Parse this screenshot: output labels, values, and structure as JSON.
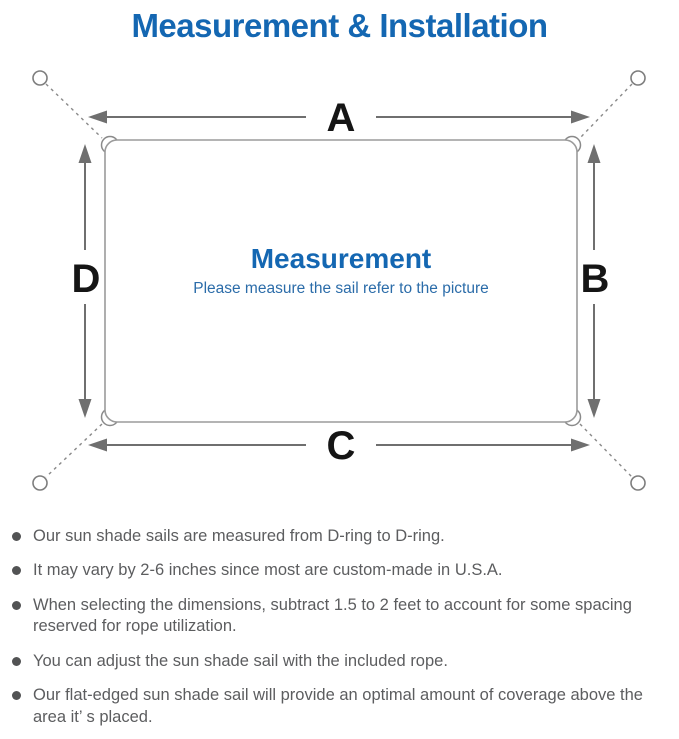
{
  "page": {
    "title": "Measurement & Installation"
  },
  "diagram": {
    "labels": {
      "a": "A",
      "b": "B",
      "c": "C",
      "d": "D"
    },
    "center_title": "Measurement",
    "center_subtitle": "Please measure the sail refer to the picture"
  },
  "notes": {
    "items": [
      "Our sun shade sails are measured from D-ring to D-ring.",
      "It may vary by 2-6 inches since most are custom-made in U.S.A.",
      "When selecting the dimensions, subtract 1.5 to 2 feet to account for some spacing reserved for rope utilization.",
      "You can adjust the sun shade sail with the included rope.",
      "Our flat-edged sun shade sail will provide an optimal amount of coverage above the area it’ s placed."
    ]
  },
  "colors": {
    "accent_blue": "#1467b2",
    "subtitle_blue": "#2b6ca9",
    "label_black": "#151515",
    "note_text_gray": "#5c5d5f",
    "dimension_line_gray": "#6f6f6f",
    "outline_gray": "#9b9b9b"
  }
}
